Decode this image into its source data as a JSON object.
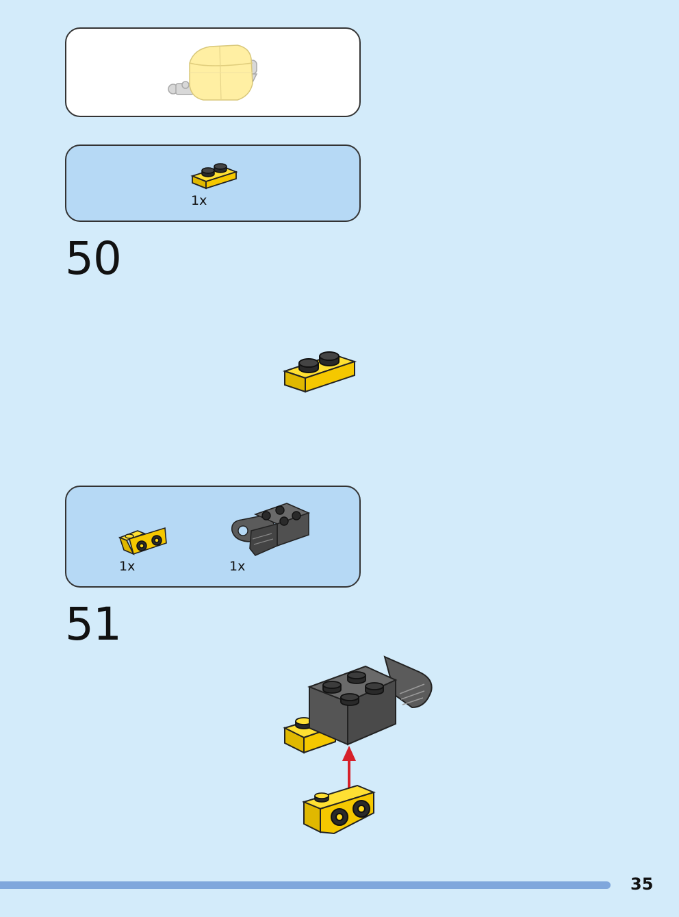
{
  "colors": {
    "background": "#d3ebfa",
    "parts_panel": "#b6d9f5",
    "preview_panel": "#ffffff",
    "brick_yellow": "#ffd91a",
    "brick_dark_gray": "#5b5b5b",
    "arrow_red": "#d6202a",
    "footer_bar": "#7fa7dc"
  },
  "preview": {
    "icon": "assembled-model-preview"
  },
  "steps": [
    {
      "number": "50",
      "parts": [
        {
          "icon": "yellow-plate-1x2",
          "quantity": "1x"
        }
      ],
      "build_icon": "yellow-plate-1x2"
    },
    {
      "number": "51",
      "parts": [
        {
          "icon": "yellow-bracket-1x2",
          "quantity": "1x"
        },
        {
          "icon": "dark-gray-brick-with-ball-socket",
          "quantity": "1x"
        }
      ],
      "build_icon": "assembly-with-up-arrow"
    }
  ],
  "footer": {
    "page_number": "35"
  }
}
